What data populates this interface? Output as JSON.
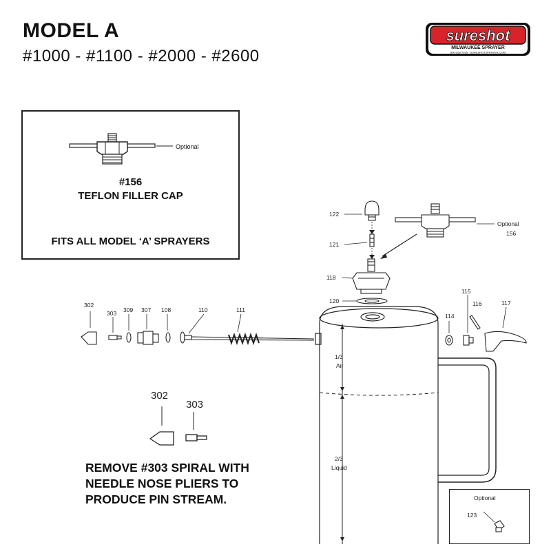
{
  "header": {
    "title": "MODEL A",
    "models": "#1000 - #1100 - #2000 - #2600"
  },
  "logo": {
    "brand": "sureshot",
    "tagline": "MILWAUKEE SPRAYER",
    "contact": "800-558-7035 · SURESHOTSPRAYER.COM",
    "colors": {
      "red": "#d8232a",
      "black": "#111111"
    }
  },
  "inset": {
    "optional_label": "Optional",
    "part_number": "#156",
    "part_name": "TEFLON FILLER CAP",
    "fits": "FITS ALL MODEL ‘A’ SPRAYERS"
  },
  "callouts": {
    "p122": "122",
    "p121": "121",
    "p118": "118",
    "p120": "120",
    "optional": "Optional",
    "p156": "156",
    "p302": "302",
    "p303": "303",
    "p309": "309",
    "p307": "307",
    "p108": "108",
    "p110": "110",
    "p111": "111",
    "p114": "114",
    "p115": "115",
    "p116": "116",
    "p117": "117",
    "air_fraction": "1/3",
    "air": "Air",
    "liquid_fraction": "2/3",
    "liquid": "Liquid",
    "big302": "302",
    "big303": "303",
    "optional_box": "Optional",
    "p123": "123"
  },
  "note": {
    "line1": "REMOVE #303 SPIRAL WITH",
    "line2": "NEEDLE NOSE PLIERS TO",
    "line3": "PRODUCE PIN STREAM."
  }
}
